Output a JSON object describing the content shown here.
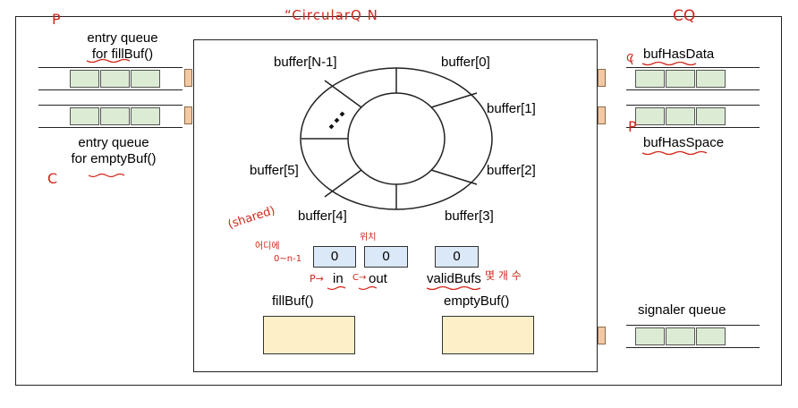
{
  "monitor": {
    "buffers": {
      "n_minus_1": "buffer[N-1]",
      "b0": "buffer[0]",
      "b1": "buffer[1]",
      "b2": "buffer[2]",
      "b3": "buffer[3]",
      "b4": "buffer[4]",
      "b5": "buffer[5]"
    },
    "variables": {
      "in_value": "0",
      "out_value": "0",
      "validbufs_value": "0",
      "in_label": "in",
      "out_label": "out",
      "validbufs_label": "validBufs"
    },
    "procedures": {
      "fill": "fillBuf()",
      "empty": "emptyBuf()"
    }
  },
  "left_queues": {
    "fill_label_line1": "entry queue",
    "fill_label_line2": "for fillBuf()",
    "empty_label_line1": "entry queue",
    "empty_label_line2": "for emptyBuf()"
  },
  "right_queues": {
    "has_data": "bufHasData",
    "has_space": "bufHasSpace",
    "signaler": "signaler queue"
  },
  "handwriting": {
    "title": "“CircularQ  N",
    "cq": "CQ",
    "p_top": "P",
    "c_left": "C",
    "c_hasdata": "C",
    "p_hasspace": "P",
    "shared": "(shared)",
    "korean_a": "어디에",
    "korean_b": "위치",
    "zero_n": "0~n-1",
    "p_arrow": "P→",
    "c_arrow": "C→",
    "korean_c": "몇 개 수"
  },
  "colors": {
    "queue_cell": "#dcecd4",
    "port": "#f3c9a3",
    "variable": "#dbe8f7",
    "procedure": "#fdf0c8",
    "annotation": "#d1271a"
  }
}
